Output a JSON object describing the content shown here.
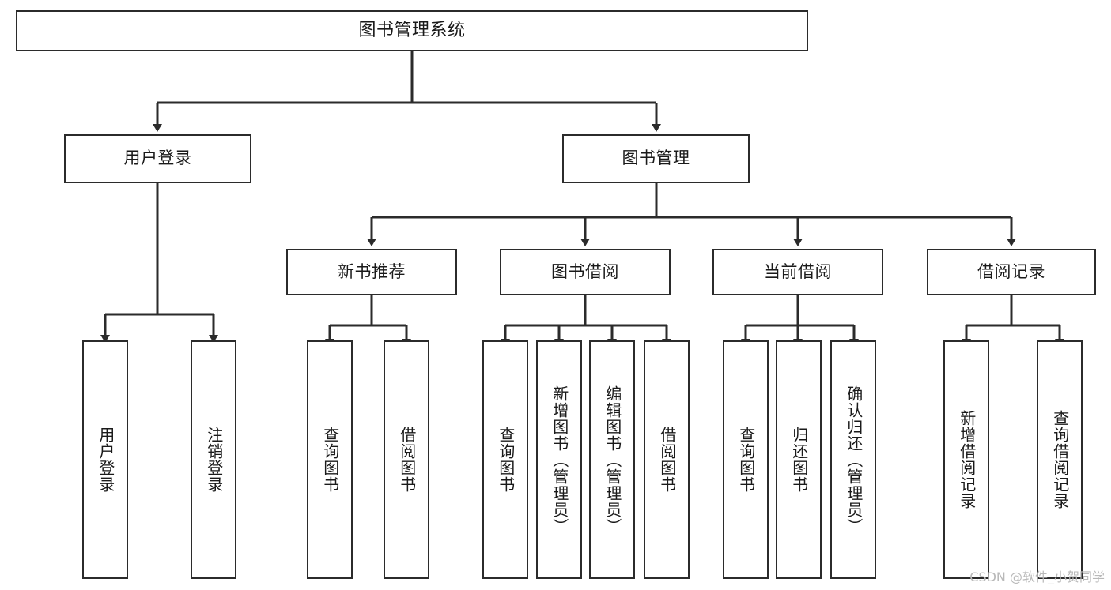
{
  "diagram": {
    "title": "图书管理系统",
    "type": "tree",
    "watermark": "CSDN @软件_小贺同学",
    "colors": {
      "box_border": "#2b2b2b",
      "box_fill": "#ffffff",
      "edge": "#2b2b2b",
      "text": "#1a1a1a",
      "watermark": "#b9b9b9"
    },
    "nodes": {
      "root": {
        "label": "图书管理系统"
      },
      "level2": [
        {
          "label": "用户登录"
        },
        {
          "label": "图书管理"
        }
      ],
      "level3": [
        {
          "label": "新书推荐"
        },
        {
          "label": "图书借阅"
        },
        {
          "label": "当前借阅"
        },
        {
          "label": "借阅记录"
        }
      ],
      "leaves": {
        "user_login": [
          {
            "label": "用户登录"
          },
          {
            "label": "注销登录"
          }
        ],
        "new_book_recommend": [
          {
            "label": "查询图书"
          },
          {
            "label": "借阅图书"
          }
        ],
        "book_borrow": [
          {
            "label": "查询图书"
          },
          {
            "label": "新增图书（管理员）"
          },
          {
            "label": "编辑图书（管理员）"
          },
          {
            "label": "借阅图书"
          }
        ],
        "current_borrow": [
          {
            "label": "查询图书"
          },
          {
            "label": "归还图书"
          },
          {
            "label": "确认归还（管理员）"
          }
        ],
        "borrow_record": [
          {
            "label": "新增借阅记录"
          },
          {
            "label": "查询借阅记录"
          }
        ]
      }
    }
  }
}
